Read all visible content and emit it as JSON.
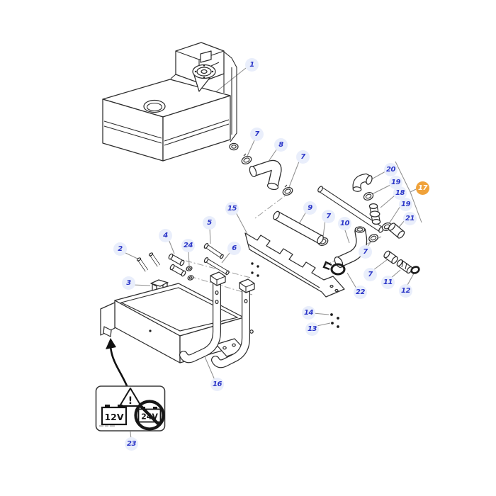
{
  "diagram": {
    "type": "exploded-parts-diagram",
    "subject": "tank and mounting bracket assembly with hoses",
    "callouts": [
      {
        "label": "1"
      },
      {
        "label": "7"
      },
      {
        "label": "8"
      },
      {
        "label": "7"
      },
      {
        "label": "20"
      },
      {
        "label": "19"
      },
      {
        "label": "17",
        "highlight": true
      },
      {
        "label": "18"
      },
      {
        "label": "19"
      },
      {
        "label": "9"
      },
      {
        "label": "15"
      },
      {
        "label": "7"
      },
      {
        "label": "21"
      },
      {
        "label": "5"
      },
      {
        "label": "10"
      },
      {
        "label": "4"
      },
      {
        "label": "24"
      },
      {
        "label": "6"
      },
      {
        "label": "2"
      },
      {
        "label": "7"
      },
      {
        "label": "7"
      },
      {
        "label": "11"
      },
      {
        "label": "3"
      },
      {
        "label": "12"
      },
      {
        "label": "22"
      },
      {
        "label": "14"
      },
      {
        "label": "13"
      },
      {
        "label": "16"
      },
      {
        "label": "23"
      }
    ],
    "warning_label": {
      "exclamation": "!",
      "allowed_voltage": "12V",
      "prohibited_voltage": "24V"
    },
    "colors": {
      "callout_text": "#2a35c8",
      "callout_bg": "#e9eefb",
      "highlight_bg": "#f0a23a",
      "highlight_text": "#ffffff",
      "line_art": "#2d2d2d",
      "leader": "#8f8f8f"
    }
  }
}
